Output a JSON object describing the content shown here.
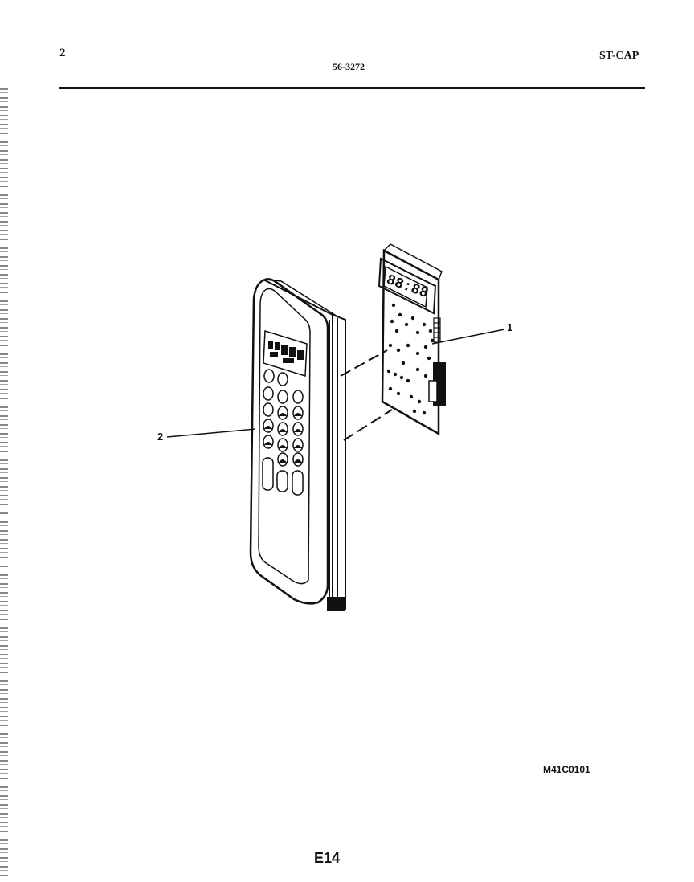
{
  "header": {
    "page_number": "2",
    "model_number": "56-3272",
    "model_code": "ST-CAP"
  },
  "callouts": [
    {
      "id": "1",
      "label": "1"
    },
    {
      "id": "2",
      "label": "2"
    }
  ],
  "control_panel": {
    "display_digits": "88:88"
  },
  "footer": {
    "drawing_id": "M41C0101",
    "section_code": "E14"
  }
}
